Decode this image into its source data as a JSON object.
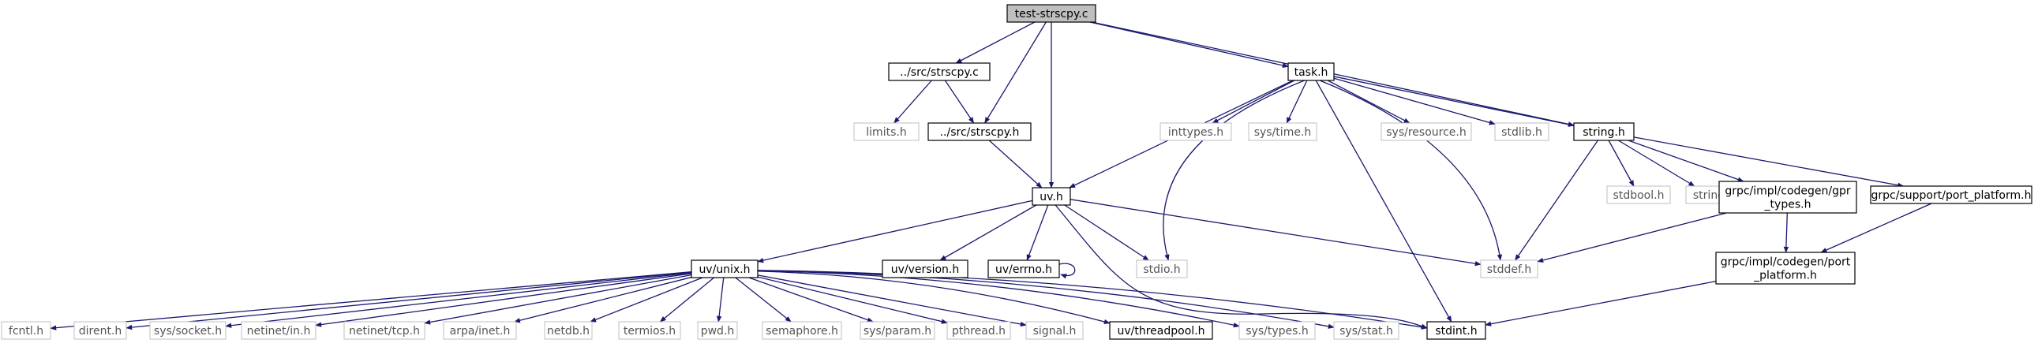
{
  "colors": {
    "edge": "#191970",
    "border_dark": "#000000",
    "border_light": "#bfbfbf",
    "root_fill": "#bfbfbf",
    "node_fill": "#ffffff",
    "text_dark": "#000000",
    "text_light": "#555555"
  },
  "graph": {
    "nodes": [
      {
        "id": "root",
        "lines": [
          "test-strscpy.c"
        ],
        "style": "root"
      },
      {
        "id": "src_c",
        "lines": [
          "../src/strscpy.c"
        ],
        "style": "dark"
      },
      {
        "id": "task",
        "lines": [
          "task.h"
        ],
        "style": "dark"
      },
      {
        "id": "limits",
        "lines": [
          "limits.h"
        ],
        "style": "light"
      },
      {
        "id": "src_h",
        "lines": [
          "../src/strscpy.h"
        ],
        "style": "dark"
      },
      {
        "id": "inttypes",
        "lines": [
          "inttypes.h"
        ],
        "style": "light"
      },
      {
        "id": "systime",
        "lines": [
          "sys/time.h"
        ],
        "style": "light"
      },
      {
        "id": "sysres",
        "lines": [
          "sys/resource.h"
        ],
        "style": "light"
      },
      {
        "id": "stdlib",
        "lines": [
          "stdlib.h"
        ],
        "style": "light"
      },
      {
        "id": "string",
        "lines": [
          "string.h"
        ],
        "style": "dark"
      },
      {
        "id": "uv",
        "lines": [
          "uv.h"
        ],
        "style": "dark"
      },
      {
        "id": "stdbool",
        "lines": [
          "stdbool.h"
        ],
        "style": "light"
      },
      {
        "id": "stringx",
        "lines": [
          "string"
        ],
        "style": "light"
      },
      {
        "id": "gprtypes",
        "lines": [
          "grpc/impl/codegen/gpr",
          "_types.h"
        ],
        "style": "dark"
      },
      {
        "id": "portplat",
        "lines": [
          "grpc/support/port_platform.h"
        ],
        "style": "dark"
      },
      {
        "id": "uvunix",
        "lines": [
          "uv/unix.h"
        ],
        "style": "dark"
      },
      {
        "id": "uvversion",
        "lines": [
          "uv/version.h"
        ],
        "style": "dark"
      },
      {
        "id": "uverrno",
        "lines": [
          "uv/errno.h"
        ],
        "style": "dark"
      },
      {
        "id": "stdio",
        "lines": [
          "stdio.h"
        ],
        "style": "light"
      },
      {
        "id": "stddef",
        "lines": [
          "stddef.h"
        ],
        "style": "light"
      },
      {
        "id": "cgport",
        "lines": [
          "grpc/impl/codegen/port",
          "_platform.h"
        ],
        "style": "dark"
      },
      {
        "id": "fcntl",
        "lines": [
          "fcntl.h"
        ],
        "style": "light"
      },
      {
        "id": "dirent",
        "lines": [
          "dirent.h"
        ],
        "style": "light"
      },
      {
        "id": "syssocket",
        "lines": [
          "sys/socket.h"
        ],
        "style": "light"
      },
      {
        "id": "netin",
        "lines": [
          "netinet/in.h"
        ],
        "style": "light"
      },
      {
        "id": "nettcp",
        "lines": [
          "netinet/tcp.h"
        ],
        "style": "light"
      },
      {
        "id": "arpa",
        "lines": [
          "arpa/inet.h"
        ],
        "style": "light"
      },
      {
        "id": "netdb",
        "lines": [
          "netdb.h"
        ],
        "style": "light"
      },
      {
        "id": "termios",
        "lines": [
          "termios.h"
        ],
        "style": "light"
      },
      {
        "id": "pwd",
        "lines": [
          "pwd.h"
        ],
        "style": "light"
      },
      {
        "id": "semaphore",
        "lines": [
          "semaphore.h"
        ],
        "style": "light"
      },
      {
        "id": "sysparam",
        "lines": [
          "sys/param.h"
        ],
        "style": "light"
      },
      {
        "id": "pthread",
        "lines": [
          "pthread.h"
        ],
        "style": "light"
      },
      {
        "id": "signal",
        "lines": [
          "signal.h"
        ],
        "style": "light"
      },
      {
        "id": "threadpool",
        "lines": [
          "uv/threadpool.h"
        ],
        "style": "dark"
      },
      {
        "id": "systypes",
        "lines": [
          "sys/types.h"
        ],
        "style": "light"
      },
      {
        "id": "sysstat",
        "lines": [
          "sys/stat.h"
        ],
        "style": "light"
      },
      {
        "id": "stdint",
        "lines": [
          "stdint.h"
        ],
        "style": "dark"
      }
    ],
    "edges": [
      [
        "root",
        "src_c"
      ],
      [
        "root",
        "src_h"
      ],
      [
        "root",
        "uv"
      ],
      [
        "root",
        "task"
      ],
      [
        "root",
        "string"
      ],
      [
        "src_c",
        "limits"
      ],
      [
        "src_c",
        "src_h"
      ],
      [
        "src_h",
        "uv"
      ],
      [
        "task",
        "uv"
      ],
      [
        "task",
        "inttypes"
      ],
      [
        "task",
        "systime"
      ],
      [
        "task",
        "sysres"
      ],
      [
        "task",
        "stdlib"
      ],
      [
        "task",
        "string"
      ],
      [
        "task",
        "stdio"
      ],
      [
        "task",
        "stddef"
      ],
      [
        "task",
        "stdint"
      ],
      [
        "string",
        "stdbool"
      ],
      [
        "string",
        "stringx"
      ],
      [
        "string",
        "gprtypes"
      ],
      [
        "string",
        "portplat"
      ],
      [
        "string",
        "stddef"
      ],
      [
        "gprtypes",
        "stddef"
      ],
      [
        "gprtypes",
        "cgport"
      ],
      [
        "portplat",
        "cgport"
      ],
      [
        "cgport",
        "stdint"
      ],
      [
        "uv",
        "uvunix"
      ],
      [
        "uv",
        "uvversion"
      ],
      [
        "uv",
        "uverrno"
      ],
      [
        "uv",
        "stdio"
      ],
      [
        "uv",
        "stddef"
      ],
      [
        "uv",
        "stdint"
      ],
      [
        "uverrno",
        "uverrno"
      ],
      [
        "uvunix",
        "fcntl"
      ],
      [
        "uvunix",
        "dirent"
      ],
      [
        "uvunix",
        "syssocket"
      ],
      [
        "uvunix",
        "netin"
      ],
      [
        "uvunix",
        "nettcp"
      ],
      [
        "uvunix",
        "arpa"
      ],
      [
        "uvunix",
        "netdb"
      ],
      [
        "uvunix",
        "termios"
      ],
      [
        "uvunix",
        "pwd"
      ],
      [
        "uvunix",
        "semaphore"
      ],
      [
        "uvunix",
        "sysparam"
      ],
      [
        "uvunix",
        "pthread"
      ],
      [
        "uvunix",
        "signal"
      ],
      [
        "uvunix",
        "threadpool"
      ],
      [
        "uvunix",
        "systypes"
      ],
      [
        "uvunix",
        "sysstat"
      ],
      [
        "uvunix",
        "stdint"
      ]
    ]
  }
}
